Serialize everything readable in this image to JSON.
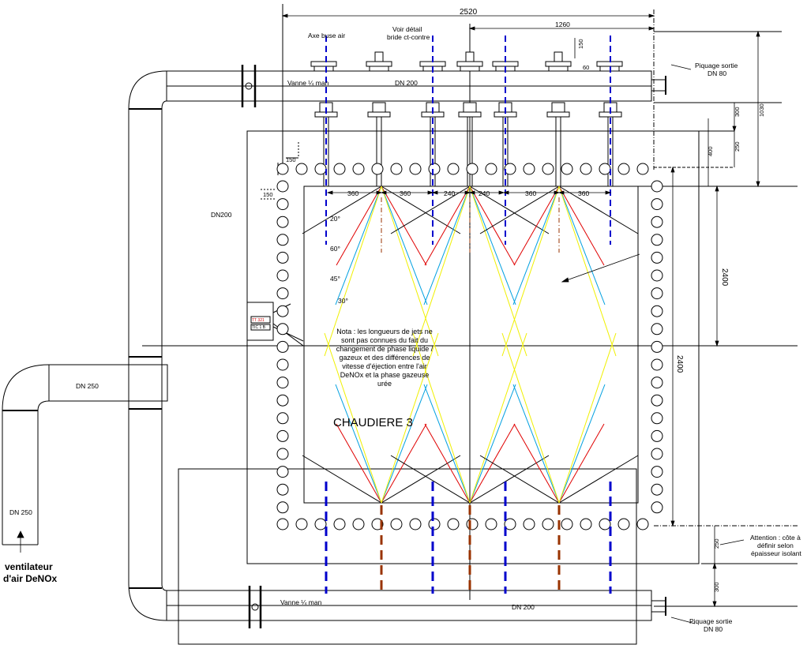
{
  "dimensions": {
    "total_width": "2520",
    "half_width": "1260",
    "flange_height": "150",
    "flange_offset": "60",
    "pipe_gap": "300",
    "nozzle_drop": "250",
    "top_to_boiler": "400",
    "overall_height": "1030",
    "inner_height": "2400",
    "boiler_height": "2400",
    "spacing_360": "360",
    "spacing_240": "240",
    "bottom_gap": "250",
    "bottom_pipe_gap": "300",
    "small_a": "150",
    "small_b": "150"
  },
  "labels": {
    "axe_buse": "Axe buse air",
    "voir_detail_1": "Voir détail",
    "voir_detail_2": "bride ct-contre",
    "vanne_top": "Vanne ¼ man",
    "vanne_bottom": "Vanne ¼ man",
    "dn200_top": "DN 200",
    "dn200_bottom": "DN 200",
    "dn200_side": "DN200",
    "dn250_horizontal": "DN 250",
    "dn250_vertical": "DN 250",
    "piquage_top_1": "Piquage sortie",
    "piquage_top_2": "DN 80",
    "piquage_bottom_1": "Piquage sortie",
    "piquage_bottom_2": "DN 80",
    "angle_20": "20°",
    "angle_60": "60°",
    "angle_45": "45°",
    "angle_30": "30°",
    "boiler_name": "CHAUDIERE 3",
    "fan_1": "ventilateur",
    "fan_2": "d'air DeNOx",
    "attention_1": "Attention : côte à",
    "attention_2": "définir selon",
    "attention_3": "épaisseur isolant",
    "box_line_1": "TT 321",
    "box_line_2": "TIC 1 B"
  },
  "note_lines": [
    "Nota : les longueurs de jets ne",
    "sont pas connues du fait du",
    "changement de phase liquide /",
    "gazeux et des différences de",
    "vitesse d'éjection entre l'air",
    "DeNOx et la phase gazeuse",
    "urée"
  ],
  "colors": {
    "outline": "#000000",
    "axis_blue": "#0000cc",
    "axis_brown": "#993300",
    "jet_red": "#e00000",
    "jet_cyan": "#00a0e0",
    "jet_yellow": "#f0f000",
    "jet_black": "#000000"
  }
}
